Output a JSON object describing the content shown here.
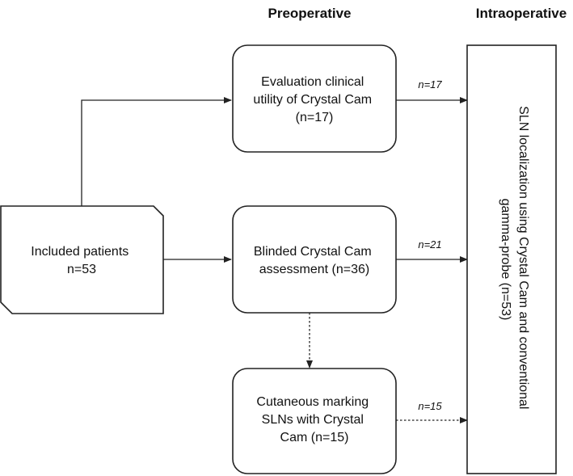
{
  "headers": {
    "preoperative": "Preoperative",
    "intraoperative": "Intraoperative"
  },
  "nodes": {
    "included": [
      "Included patients",
      "n=53"
    ],
    "evaluation": [
      "Evaluation clinical",
      "utility of Crystal Cam",
      "(n=17)"
    ],
    "blinded": [
      "Blinded Crystal Cam",
      "assessment (n=36)"
    ],
    "cutaneous": [
      "Cutaneous marking",
      "SLNs with Crystal",
      "Cam (n=15)"
    ],
    "sln": [
      "SLN localization using Crystal Cam and conventional",
      "gamma-probe (n=53)"
    ]
  },
  "edges": [
    {
      "from": "included",
      "to": "evaluation",
      "label": "",
      "style": "solid"
    },
    {
      "from": "included",
      "to": "blinded",
      "label": "",
      "style": "solid"
    },
    {
      "from": "blinded",
      "to": "cutaneous",
      "label": "",
      "style": "dotted"
    },
    {
      "from": "evaluation",
      "to": "sln",
      "label": "n=17",
      "style": "solid"
    },
    {
      "from": "blinded",
      "to": "sln",
      "label": "n=21",
      "style": "solid"
    },
    {
      "from": "cutaneous",
      "to": "sln",
      "label": "n=15",
      "style": "dotted"
    }
  ]
}
